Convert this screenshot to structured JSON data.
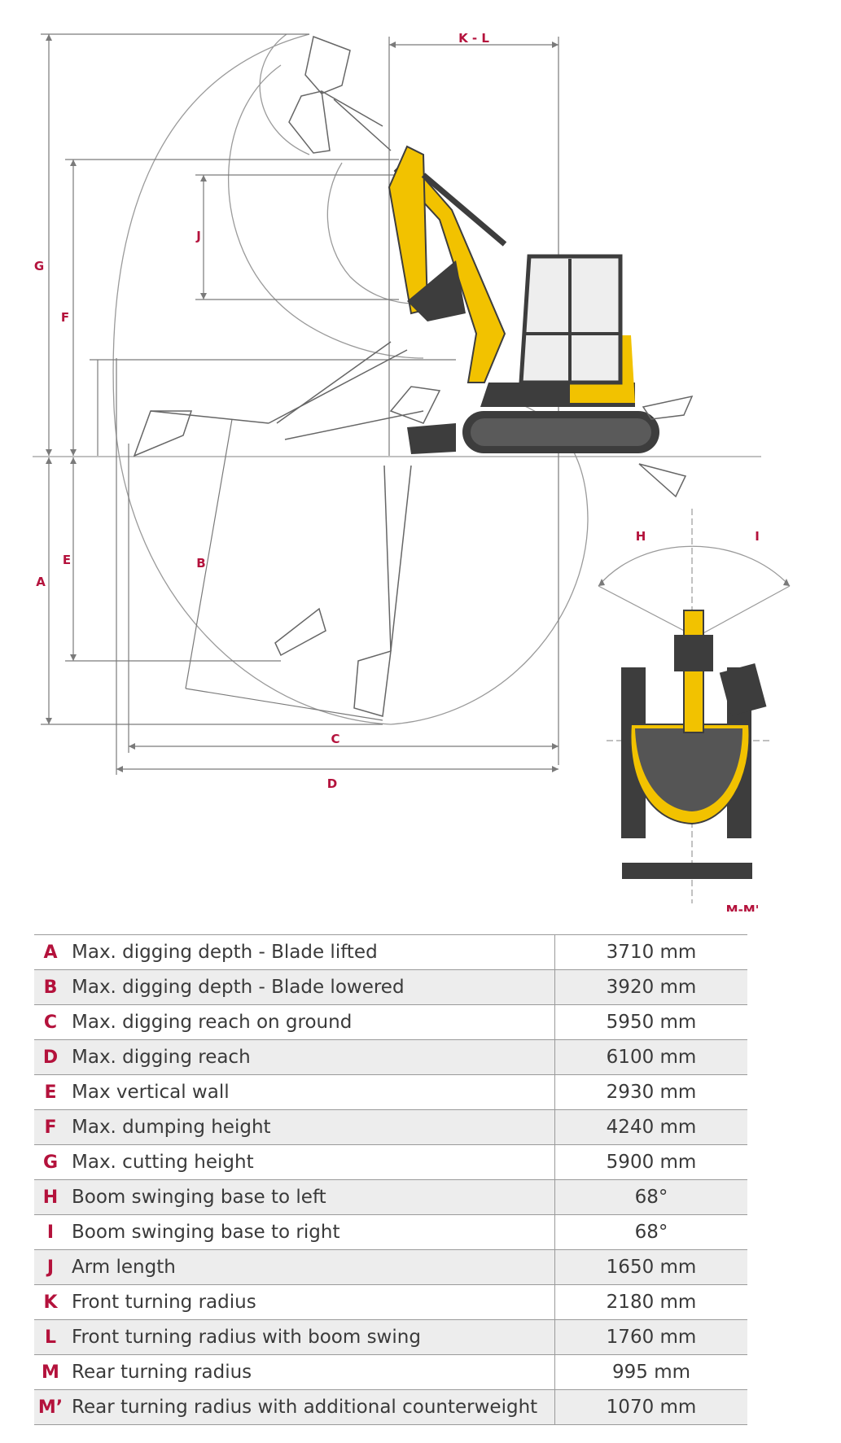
{
  "dimension_labels": {
    "kl": "K - L",
    "g": "G",
    "f": "F",
    "j": "J",
    "a": "A",
    "e": "E",
    "b": "B",
    "c": "C",
    "d": "D",
    "h": "H",
    "i": "I",
    "mm": "M-M'"
  },
  "colors": {
    "accent_red": "#b4123c",
    "machine_yellow": "#f2c200",
    "machine_dark": "#3d3d3d",
    "line_gray": "#9a9a9a"
  },
  "specs": [
    {
      "code": "A",
      "label": "Max. digging depth - Blade lifted",
      "value": "3710 mm"
    },
    {
      "code": "B",
      "label": "Max. digging depth - Blade lowered",
      "value": "3920 mm"
    },
    {
      "code": "C",
      "label": "Max. digging reach on ground",
      "value": "5950 mm"
    },
    {
      "code": "D",
      "label": "Max. digging reach",
      "value": "6100 mm"
    },
    {
      "code": "E",
      "label": "Max vertical wall",
      "value": "2930 mm"
    },
    {
      "code": "F",
      "label": "Max. dumping height",
      "value": "4240 mm"
    },
    {
      "code": "G",
      "label": "Max. cutting height",
      "value": "5900 mm"
    },
    {
      "code": "H",
      "label": "Boom swinging base to left",
      "value": "68°"
    },
    {
      "code": "I",
      "label": "Boom swinging base to right",
      "value": "68°"
    },
    {
      "code": "J",
      "label": "Arm length",
      "value": "1650 mm"
    },
    {
      "code": "K",
      "label": "Front turning radius",
      "value": "2180 mm"
    },
    {
      "code": "L",
      "label": "Front turning radius with boom swing",
      "value": "1760 mm"
    },
    {
      "code": "M",
      "label": "Rear turning radius",
      "value": "995 mm"
    },
    {
      "code": "M’",
      "label": "Rear turning radius with additional counterweight",
      "value": "1070 mm"
    }
  ]
}
